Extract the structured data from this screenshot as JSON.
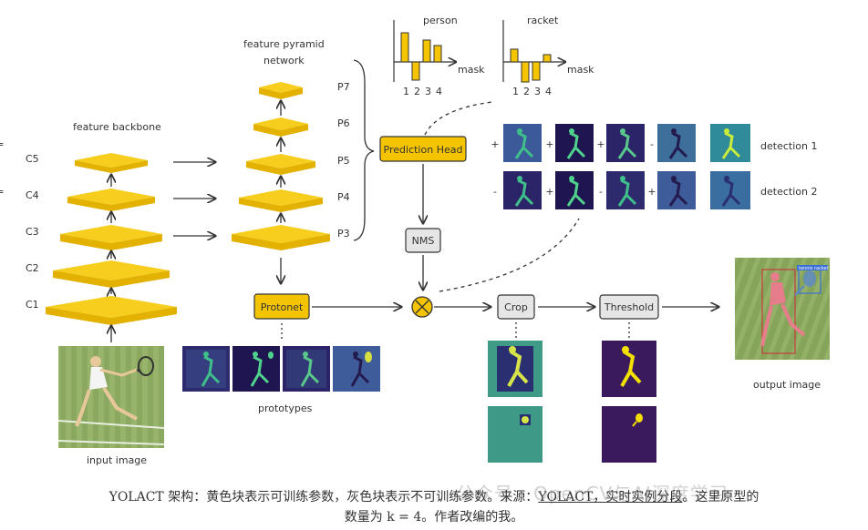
{
  "backbone": {
    "title": "feature backbone",
    "levels": [
      "C5",
      "C4",
      "C3",
      "C2",
      "C1"
    ]
  },
  "fpn": {
    "title_line1": "feature pyramid",
    "title_line2": "network",
    "levels": [
      "P7",
      "P6",
      "P5",
      "P4",
      "P3"
    ]
  },
  "blocks": {
    "prediction_head": "Prediction Head",
    "protonet": "Protonet",
    "nms": "NMS",
    "crop": "Crop",
    "threshold": "Threshold"
  },
  "labels": {
    "prototypes": "prototypes",
    "input_image": "input image",
    "output_image": "output image",
    "detection1": "detection 1",
    "detection2": "detection 2",
    "combine_symbol": "⊗"
  },
  "chart_data": [
    {
      "type": "bar",
      "title": "person",
      "xlabel": "mask",
      "categories": [
        "1",
        "2",
        "3",
        "4"
      ],
      "values": [
        0.8,
        -0.5,
        0.6,
        0.45
      ]
    },
    {
      "type": "bar",
      "title": "racket",
      "xlabel": "mask",
      "categories": [
        "1",
        "2",
        "3",
        "4"
      ],
      "values": [
        0.35,
        -0.55,
        -0.5,
        0.2
      ]
    }
  ],
  "detections": [
    {
      "signs": [
        "+",
        "+",
        "+",
        "-",
        "="
      ]
    },
    {
      "signs": [
        "-",
        "+",
        "-",
        "+",
        "="
      ]
    }
  ],
  "overlay_label": "tennis racket 1.0",
  "caption": {
    "line1_a": "YOLACT 架构：黄色块表示可训练参数，灰色块表示不可训练参数。来源：",
    "line1_link": "YOLACT，实时实例分段",
    "line1_b": "。这里原型的",
    "line2": "数量为 k = 4。作者改编的我。"
  },
  "watermark": "公众号 · OpenCV与AI深度学习",
  "colors": {
    "yellow": "#f5c400",
    "yellow_dark": "#d9a800",
    "gray_block": "#e6e6e6",
    "mask_purple": "#3a1a5c",
    "mask_teal": "#2f8a85"
  }
}
